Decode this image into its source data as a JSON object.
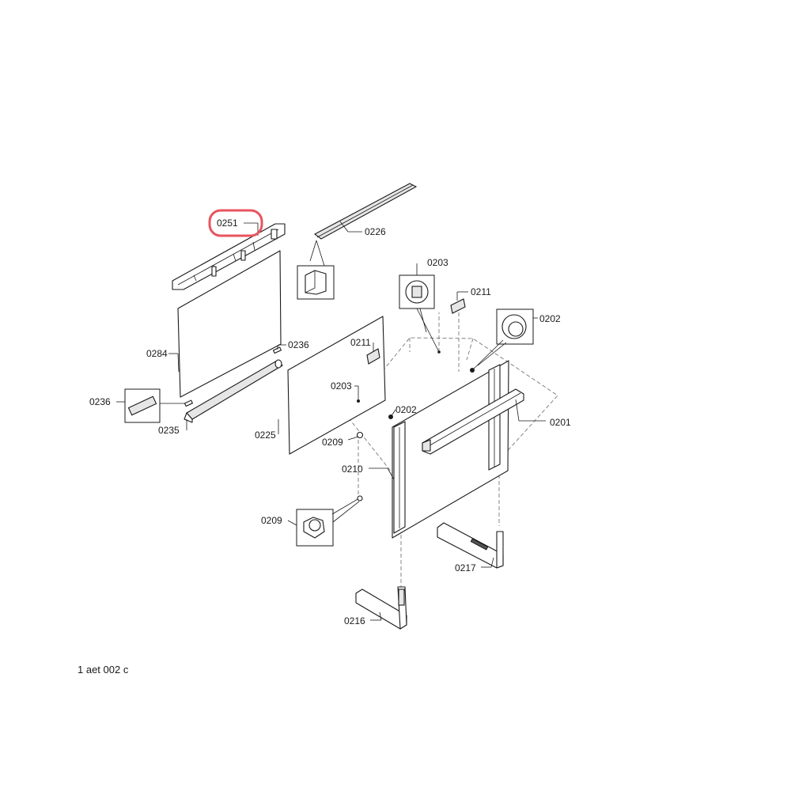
{
  "labels": {
    "p0251": "0251",
    "p0226": "0226",
    "p0203_top": "0203",
    "p0211_top": "0211",
    "p0202_top": "0202",
    "p0284": "0284",
    "p0236_right": "0236",
    "p0211_mid": "0211",
    "p0203_mid": "0203",
    "p0236_left": "0236",
    "p0235": "0235",
    "p0202_mid": "0202",
    "p0201": "0201",
    "p0225": "0225",
    "p0209_mid": "0209",
    "p0210": "0210",
    "p0209_low": "0209",
    "p0217": "0217",
    "p0216": "0216"
  },
  "caption": "1 aet 002 c",
  "highlight": {
    "target": "0251",
    "color": "#e8545f"
  }
}
